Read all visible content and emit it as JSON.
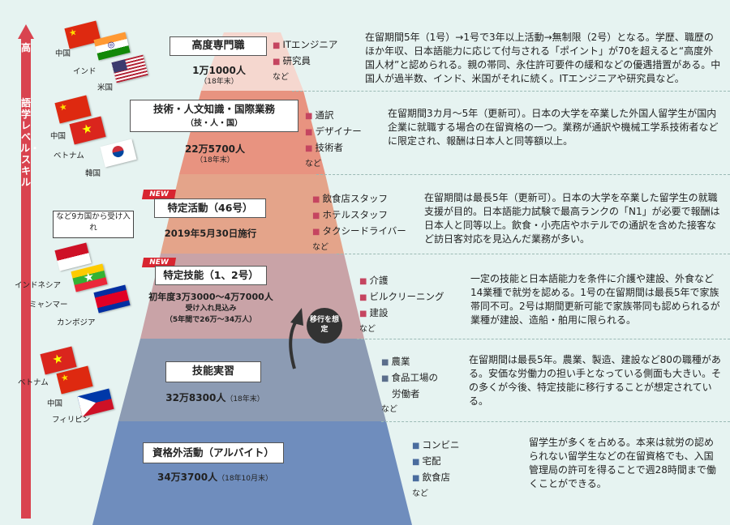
{
  "axis_label": "語学レベル・スキル",
  "axis_high": "高",
  "callout": "など9カ国から受け入れ",
  "shift_badge": "移行を想定",
  "new_badge": "NEW",
  "tiers": [
    {
      "title": "高度専門職",
      "count_main": "1万1000人",
      "count_note": "（18年末）",
      "jobs": [
        "ITエンジニア",
        "研究員"
      ],
      "etc": "など",
      "desc": "在留期間5年（1号）→1号で3年以上活動→無制限（2号）となる。学歴、職歴のほか年収、日本語能力に応じて付与される「ポイント」が70を超えると“高度外国人材”と認められる。親の帯同、永住許可要件の緩和などの優遇措置がある。中国人が過半数、インド、米国がそれに続く。ITエンジニアや研究員など。",
      "countries": [
        "中国",
        "インド",
        "米国"
      ]
    },
    {
      "title": "技術・人文知識・国際業務",
      "subtitle": "（技・人・国）",
      "count_main": "22万5700人",
      "count_note": "（18年末）",
      "jobs": [
        "通訳",
        "デザイナー",
        "技術者"
      ],
      "etc": "など",
      "desc": "在留期間3カ月〜5年（更新可）。日本の大学を卒業した外国人留学生が国内企業に就職する場合の在留資格の一つ。業務が通訳や機械工学系技術者などに限定され、報酬は日本人と同等額以上。",
      "countries": [
        "中国",
        "ベトナム",
        "韓国"
      ]
    },
    {
      "title": "特定活動（46号）",
      "count_main": "2019年5月30日施行",
      "jobs": [
        "飲食店スタッフ",
        "ホテルスタッフ",
        "タクシードライバー"
      ],
      "etc": "など",
      "desc": "在留期間は最長5年（更新可）。日本の大学を卒業した留学生の就職支援が目的。日本語能力試験で最高ランクの「N1」が必要で報酬は日本人と同等以上。飲食・小売店やホテルでの通訳を含めた接客など訪日客対応を見込んだ業務が多い。"
    },
    {
      "title": "特定技能（1、2号）",
      "count_main": "初年度3万3000〜4万7000人",
      "count_note": "受け入れ見込み",
      "count_note2": "（5年間で26万〜34万人）",
      "jobs": [
        "介護",
        "ビルクリーニング",
        "建設"
      ],
      "etc": "など",
      "desc": "一定の技能と日本語能力を条件に介護や建設、外食など14業種で就労を認める。1号の在留期間は最長5年で家族帯同不可。2号は期間更新可能で家族帯同も認められるが業種が建設、造船・舶用に限られる。",
      "countries": [
        "インドネシア",
        "ミャンマー",
        "カンボジア"
      ]
    },
    {
      "title": "技能実習",
      "count_main": "32万8300人",
      "count_note": "（18年末）",
      "jobs": [
        "農業",
        "食品工場の",
        "労働者"
      ],
      "etc": "など",
      "desc": "在留期間は最長5年。農業、製造、建設など80の職種がある。安価な労働力の担い手となっている側面も大きい。その多くが今後、特定技能に移行することが想定されている。",
      "countries": [
        "ベトナム",
        "中国",
        "フィリピン"
      ]
    },
    {
      "title": "資格外活動（アルバイト）",
      "count_main": "34万3700人",
      "count_note": "（18年10月末）",
      "jobs": [
        "コンビニ",
        "宅配",
        "飲食店"
      ],
      "etc": "など",
      "desc": "留学生が多くを占める。本来は就労の認められない留学生などの在留資格でも、入国管理局の許可を得ることで週28時間まで働くことができる。"
    }
  ],
  "colors": {
    "tier1": "#f5d7cf",
    "tier2": "#e89380",
    "tier3": "#e4a48a",
    "tier4": "#c9a3a7",
    "tier5": "#8c9bb3",
    "tier6": "#6f8dbd",
    "arrow": "#d9434f",
    "bullet": "#c54560"
  }
}
